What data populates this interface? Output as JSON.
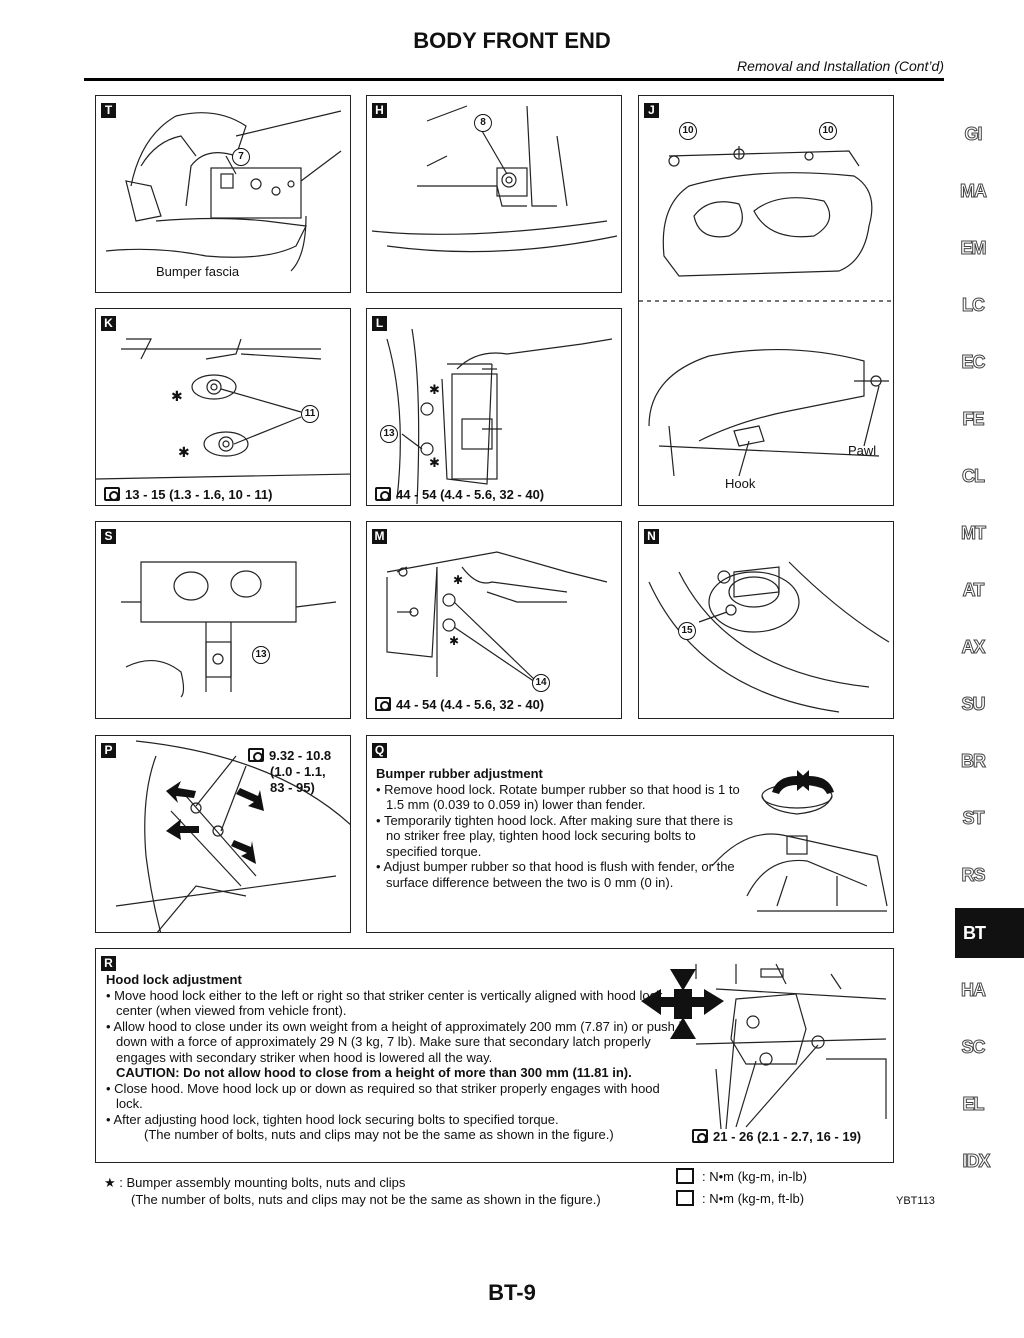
{
  "header": {
    "title": "BODY FRONT END",
    "subtitle": "Removal and Installation (Cont’d)"
  },
  "panels": {
    "T": {
      "letter": "T",
      "label": "Bumper fascia",
      "callout": "7"
    },
    "H": {
      "letter": "H",
      "callout": "8"
    },
    "J": {
      "letter": "J",
      "callout_a": "10",
      "callout_b": "10",
      "hook": "Hook",
      "pawl": "Pawl"
    },
    "K": {
      "letter": "K",
      "callout": "11",
      "torque": "13 - 15 (1.3 - 1.6, 10 - 11)"
    },
    "L": {
      "letter": "L",
      "callout": "13",
      "torque": "44 - 54 (4.4 - 5.6, 32 - 40)"
    },
    "S": {
      "letter": "S",
      "callout": "13"
    },
    "M": {
      "letter": "M",
      "callout": "14",
      "torque": "44 - 54 (4.4 - 5.6, 32 - 40)"
    },
    "N": {
      "letter": "N",
      "callout": "15"
    },
    "P": {
      "letter": "P",
      "torque_line1": "9.32 - 10.8",
      "torque_line2": "(1.0 - 1.1,",
      "torque_line3": "83 - 95)"
    },
    "Q": {
      "letter": "Q",
      "heading": "Bumper rubber adjustment",
      "bullets": [
        "Remove hood lock. Rotate bumper rubber so that hood is 1 to 1.5 mm (0.039 to 0.059 in) lower than fender.",
        "Temporarily tighten hood lock. After making sure that there is no striker free play, tighten hood lock securing bolts to specified torque.",
        "Adjust bumper rubber so that hood is flush with fender, or the surface difference between the two is 0 mm (0 in)."
      ]
    },
    "R": {
      "letter": "R",
      "heading": "Hood lock adjustment",
      "bullet1": "Move hood lock either to the left or right so that striker center is vertically aligned with hood lock center (when viewed from vehicle front).",
      "bullet2": "Allow hood to close under its own weight from a height of approximately 200 mm (7.87 in) or push it down with a force of approximately 29 N (3 kg, 7 lb). Make sure that secondary latch properly engages with secondary striker when hood is lowered all the way.",
      "caution": "CAUTION: Do not allow hood to close from a height of more than 300 mm (11.81 in).",
      "bullet3": "Close hood. Move hood lock up or down as required so that striker properly engages with hood lock.",
      "bullet4": "After adjusting hood lock, tighten hood lock securing bolts to specified torque.",
      "note": "(The number of bolts, nuts and clips may not be the same as shown in the figure.)",
      "torque": "21 - 26 (2.1 - 2.7, 16 - 19)"
    }
  },
  "footer_notes": {
    "star_line1": "★ : Bumper assembly mounting bolts, nuts and clips",
    "star_line2": "(The number of bolts, nuts and clips may not be the same as shown in the figure.)",
    "legend_inlb": ": N•m (kg-m, in-lb)",
    "legend_ftlb": ": N•m (kg-m, ft-lb)",
    "figure_code": "YBT113"
  },
  "sidebar": {
    "items": [
      "GI",
      "MA",
      "EM",
      "LC",
      "EC",
      "FE",
      "CL",
      "MT",
      "AT",
      "AX",
      "SU",
      "BR",
      "ST",
      "RS",
      "BT",
      "HA",
      "SC",
      "EL",
      "IDX"
    ],
    "active": "BT"
  },
  "page_number": "BT-9"
}
